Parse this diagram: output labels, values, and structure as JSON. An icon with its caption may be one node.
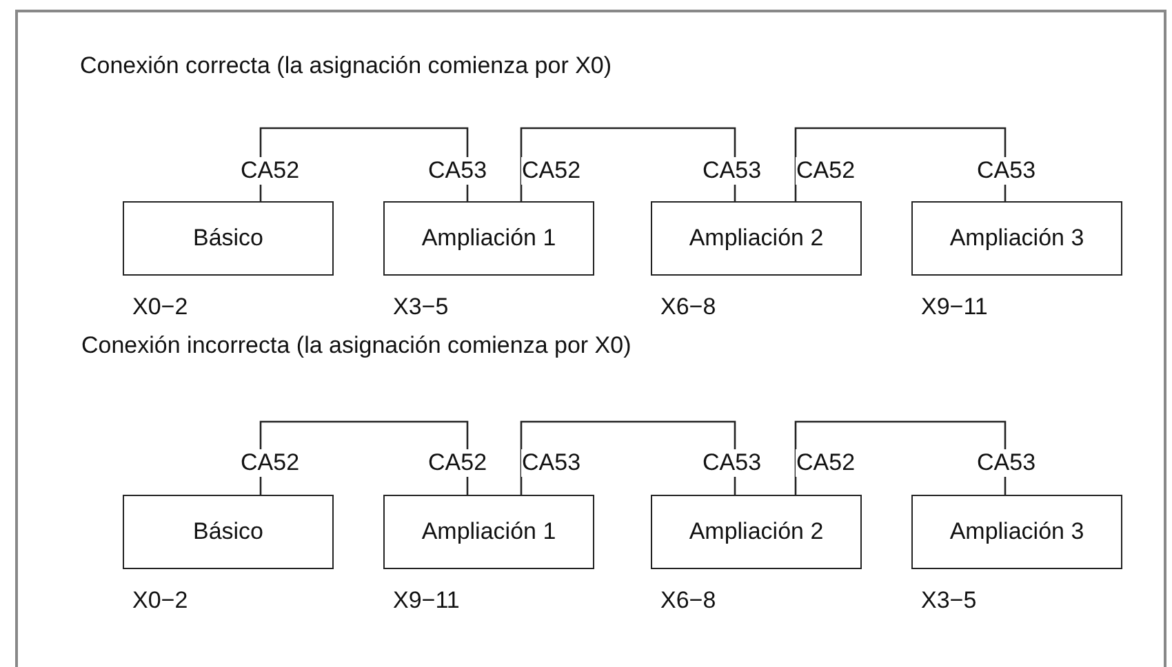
{
  "diagram": {
    "nodes": [
      {
        "text": [
          "Básico"
        ],
        "beside": [
          "X0−2"
        ]
      },
      {
        "text": [
          "Ampliación 1"
        ],
        "beside": [
          "X3−5"
        ]
      },
      {
        "text": [
          "Ampliación 2"
        ],
        "beside": [
          "X6−8"
        ]
      },
      {
        "text": [
          "Ampliación 3"
        ],
        "beside": [
          "X9−11"
        ]
      },
      {
        "text": [
          "Básico"
        ],
        "beside": [
          "X0−2"
        ]
      },
      {
        "text": [
          "Ampliación 1"
        ],
        "beside": [
          "X9−11"
        ]
      },
      {
        "text": [
          "Ampliación 2"
        ],
        "beside": [
          "X6−8"
        ]
      },
      {
        "text": [
          "Ampliación 3"
        ],
        "beside": [
          "X3−5"
        ]
      }
    ],
    "edges": [
      {
        "from": 0,
        "to": 1,
        "arrow": "none"
      },
      {
        "from": 1,
        "to": 2,
        "arrow": "none"
      },
      {
        "from": 2,
        "to": 3,
        "arrow": "none"
      },
      {
        "from": 4,
        "to": 5,
        "arrow": "none"
      },
      {
        "from": 5,
        "to": 6,
        "arrow": "none"
      },
      {
        "from": 6,
        "to": 7,
        "arrow": "none"
      }
    ],
    "labels": [
      "Conexión correcta (la asignación comienza por X0)",
      "CA52",
      "CA53",
      "CA52",
      "CA53",
      "CA52",
      "CA53",
      "Conexión incorrecta (la asignación comienza por X0)",
      "CA52",
      "CA52",
      "CA53",
      "CA53",
      "CA52",
      "CA53"
    ]
  }
}
